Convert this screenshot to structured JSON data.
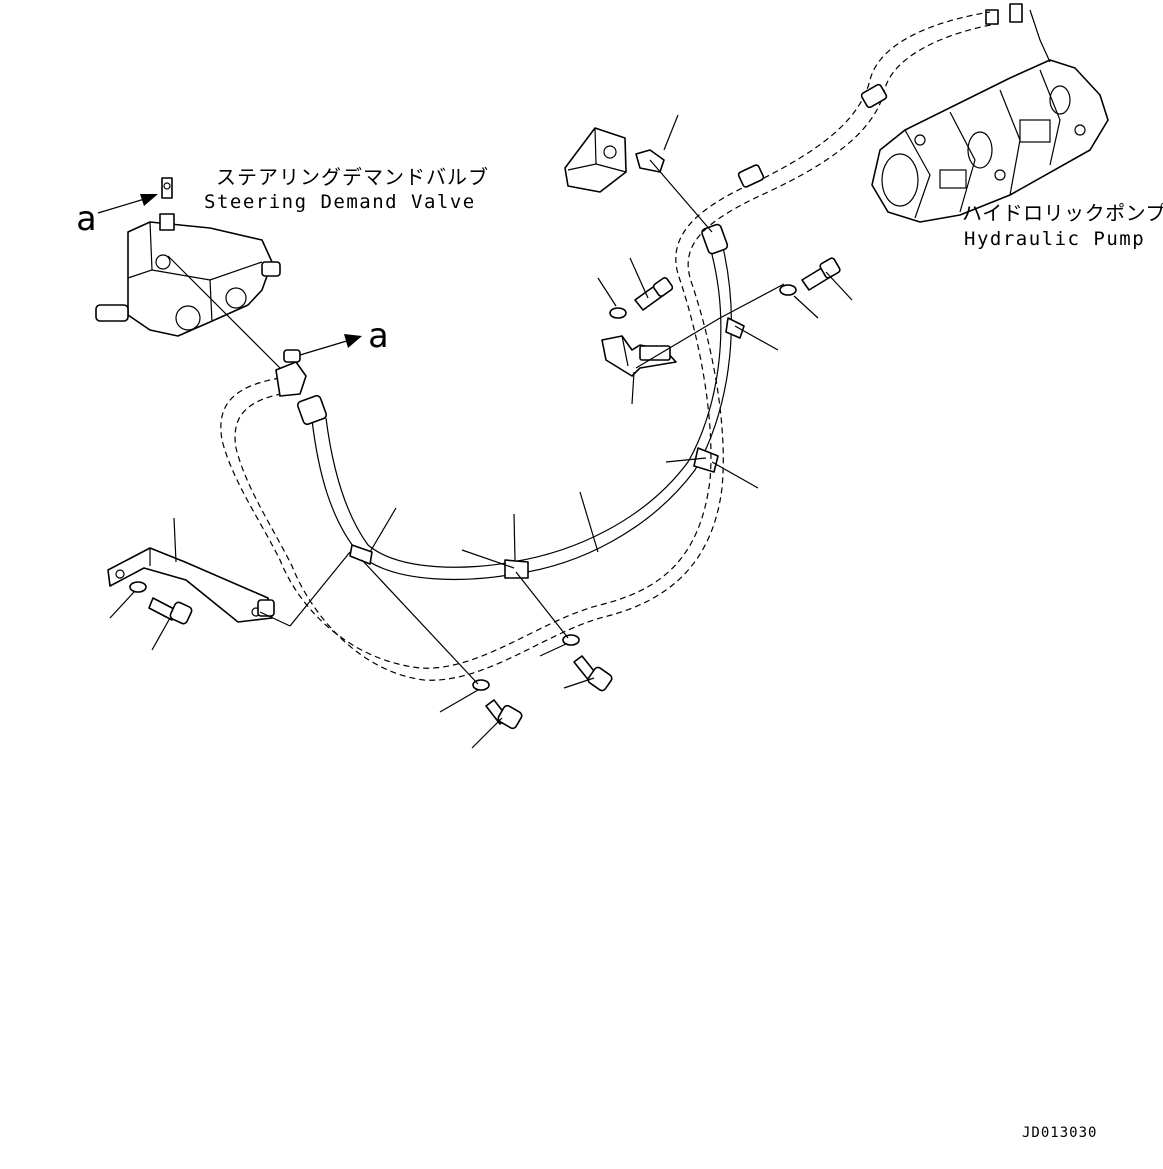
{
  "labels": {
    "steering_jp": "ステアリングデマンドバルブ",
    "steering_en": "Steering Demand Valve",
    "pump_jp": "ハイドロリックポンプ",
    "pump_en": "Hydraulic Pump",
    "ref_a": "a",
    "drawing_code": "JD013030"
  }
}
